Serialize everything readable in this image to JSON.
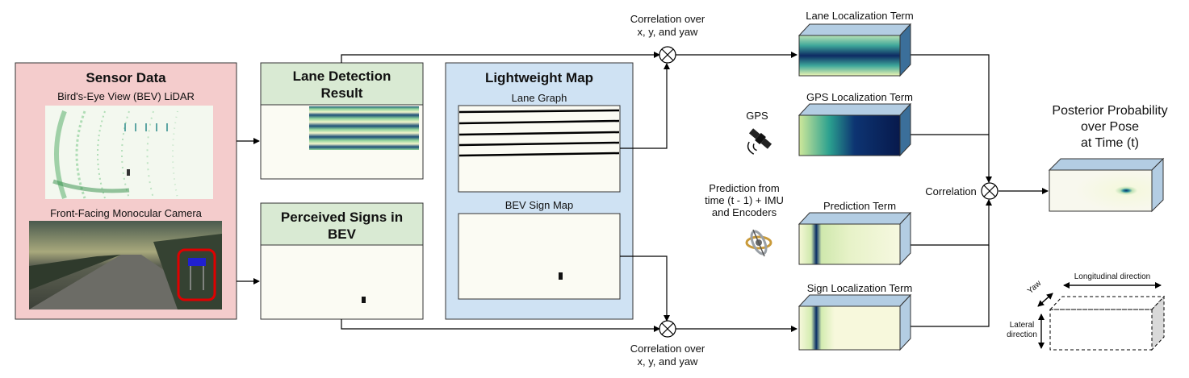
{
  "sensor_data": {
    "title": "Sensor Data",
    "lidar_label": "Bird's-Eye View (BEV) LiDAR",
    "camera_label": "Front-Facing Monocular Camera"
  },
  "lane_detection": {
    "title_line1": "Lane Detection",
    "title_line2": "Result"
  },
  "perceived_signs": {
    "title_line1": "Perceived Signs in",
    "title_line2": "BEV"
  },
  "lightweight_map": {
    "title": "Lightweight Map",
    "lane_graph_label": "Lane Graph",
    "sign_map_label": "BEV Sign Map"
  },
  "correlation_top": {
    "line1": "Correlation over",
    "line2": "x, y, and yaw"
  },
  "correlation_bottom": {
    "line1": "Correlation over",
    "line2": "x, y, and yaw"
  },
  "correlation_right": "Correlation",
  "terms": {
    "lane": "Lane Localization Term",
    "gps": "GPS Localization Term",
    "prediction": "Prediction Term",
    "sign": "Sign Localization Term"
  },
  "gps_label": "GPS",
  "prediction_source": {
    "line1": "Prediction from",
    "line2": "time (t - 1) + IMU",
    "line3": "and Encoders"
  },
  "posterior": {
    "line1": "Posterior Probability",
    "line2": "over Pose",
    "line3": "at Time (t)"
  },
  "legend": {
    "yaw": "Yaw",
    "longitudinal": "Longitudinal direction",
    "lateral_line1": "Lateral",
    "lateral_line2": "direction"
  },
  "colors": {
    "sensor_bg": "#f4cccc",
    "module_header": "#d9ead3",
    "map_bg": "#cfe2f3",
    "panel_white": "#fbfbf3",
    "sign_highlight": "#e00000",
    "sign_blue": "#2020d0"
  }
}
